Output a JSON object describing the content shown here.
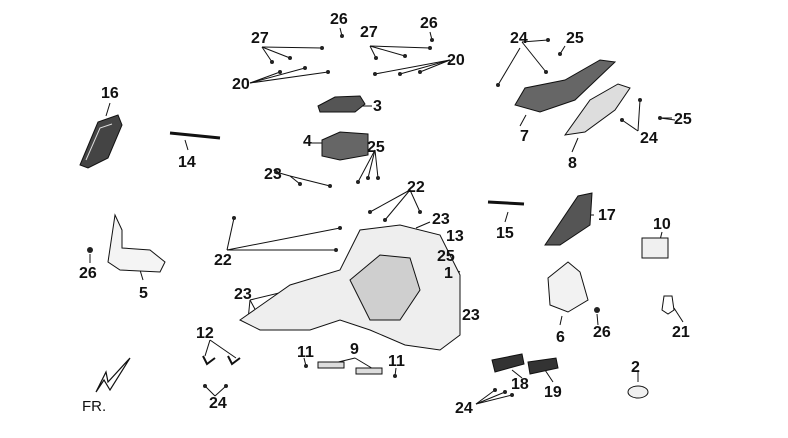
{
  "diagram": {
    "part_numbers": [
      "1",
      "2",
      "3",
      "4",
      "5",
      "6",
      "7",
      "8",
      "9",
      "10",
      "11",
      "12",
      "13",
      "14",
      "15",
      "16",
      "17",
      "18",
      "19",
      "20",
      "21",
      "22",
      "23",
      "24",
      "25",
      "26",
      "27"
    ],
    "front_marker": "FR."
  }
}
